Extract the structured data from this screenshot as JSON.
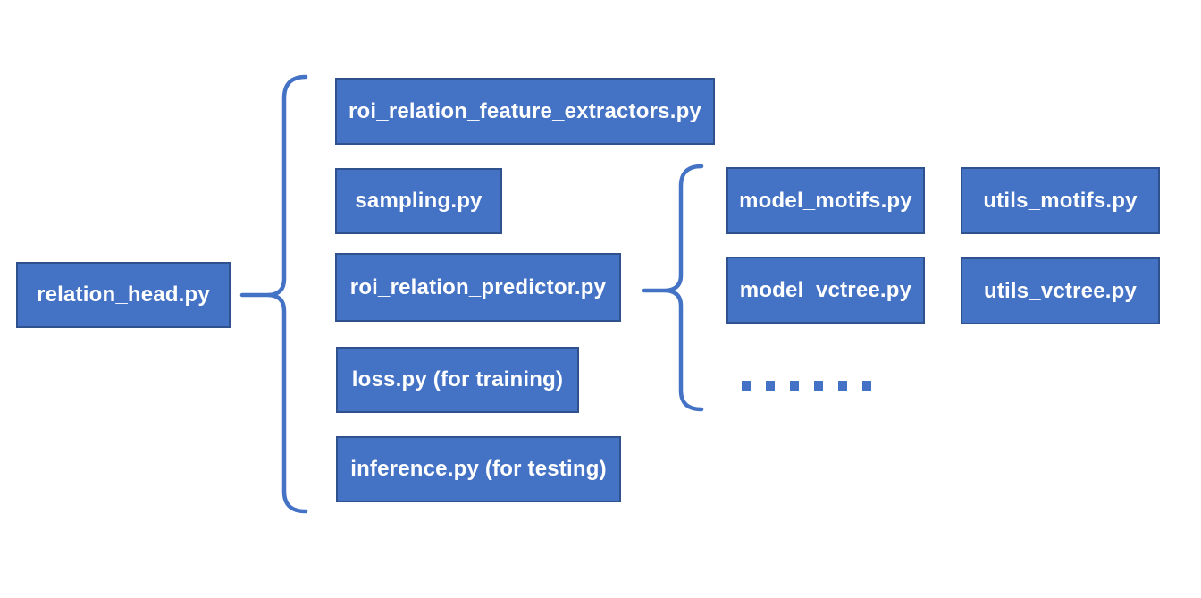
{
  "diagram": {
    "title": "relation head file structure diagram",
    "root": {
      "label": "relation_head.py"
    },
    "level2": [
      {
        "label": "roi_relation_feature_extractors.py"
      },
      {
        "label": "sampling.py"
      },
      {
        "label": "roi_relation_predictor.py"
      },
      {
        "label": "loss.py (for training)"
      },
      {
        "label": "inference.py (for testing)"
      }
    ],
    "level3": [
      {
        "label": "model_motifs.py"
      },
      {
        "label": "utils_motifs.py"
      },
      {
        "label": "model_vctree.py"
      },
      {
        "label": "utils_vctree.py"
      }
    ],
    "ellipsis": {
      "dot_count": 6
    },
    "colors": {
      "box_fill": "#4472C4",
      "box_border": "#2F528F",
      "box_text": "#FFFFFF",
      "brace": "#4472C4",
      "background": "#FFFFFF"
    }
  }
}
